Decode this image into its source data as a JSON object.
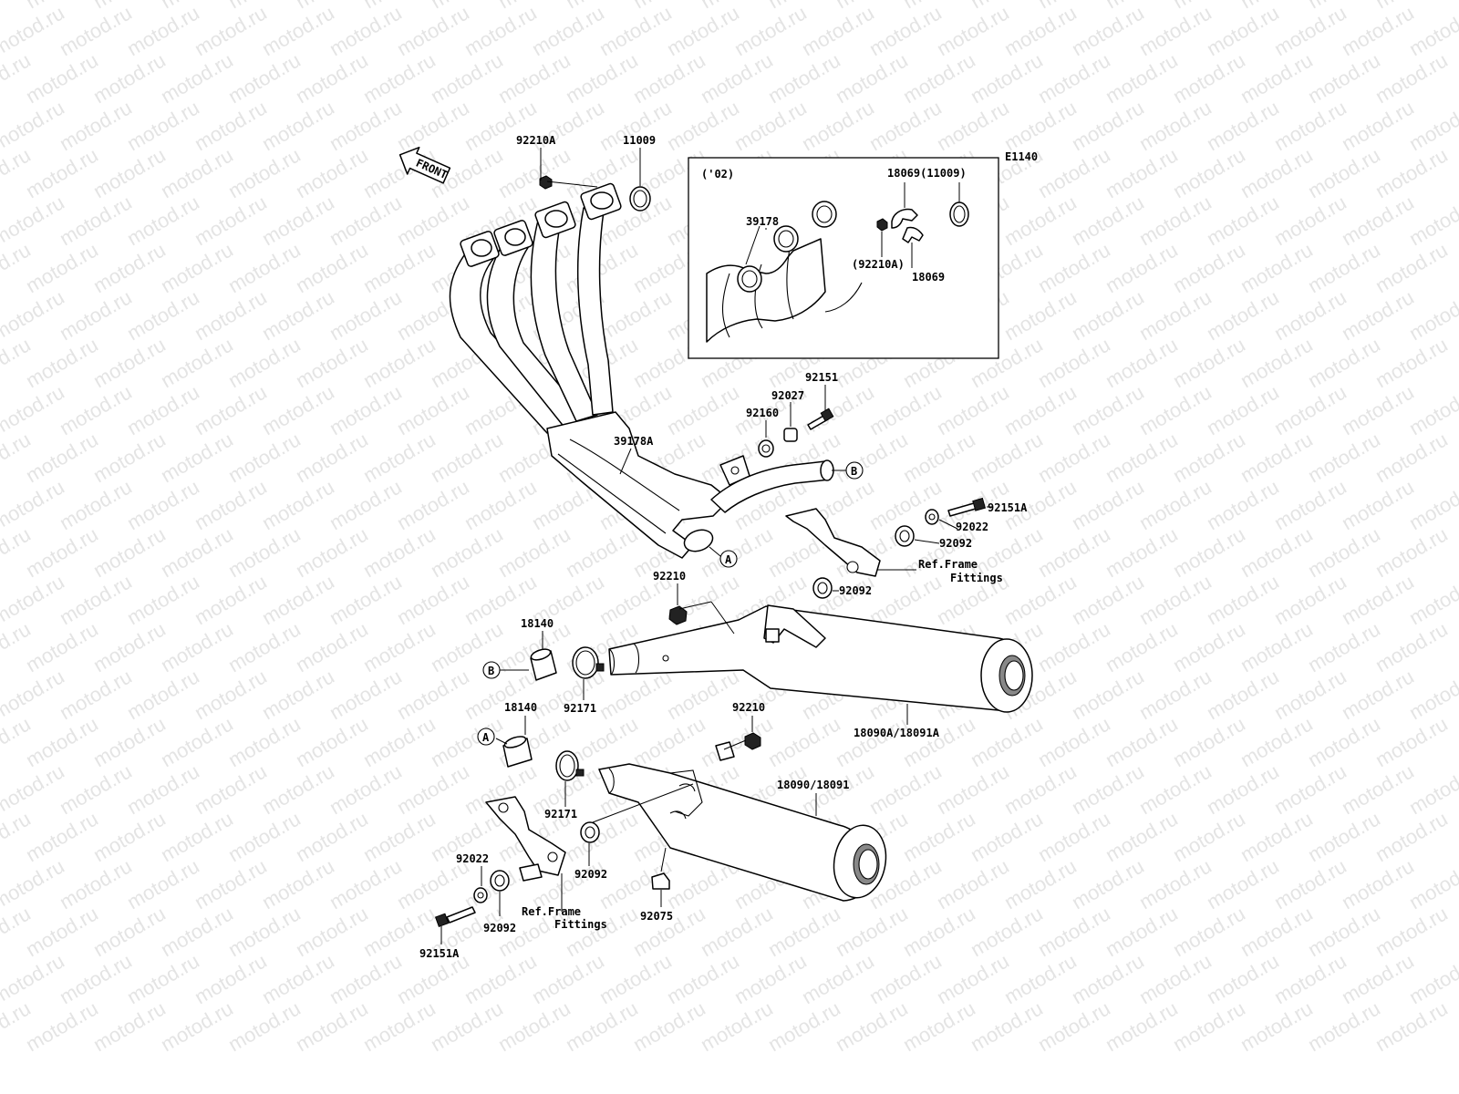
{
  "diagram_code": "E1140",
  "front_arrow": "FRONT",
  "watermark": "motod.ru",
  "inset": {
    "year": "('02)",
    "labels": {
      "pipe": "39178",
      "gasket": "18069(11009)",
      "nut": "(92210A)",
      "clamp": "18069"
    }
  },
  "refs": {
    "a": "A",
    "b": "B"
  },
  "labels": {
    "nut_top": "92210A",
    "gasket_top": "11009",
    "header": "39178A",
    "bolt_92151": "92151",
    "collar_92027": "92027",
    "damper_92160": "92160",
    "bolt_right": "92151A",
    "washer_right": "92022",
    "damper_right_upper": "92092",
    "damper_right_lower": "92092",
    "ref_frame_right_1": "Ref.Frame",
    "ref_frame_right_2": "Fittings",
    "nut_92210_upper": "92210",
    "gasket_18140_upper": "18140",
    "clamp_92171_upper": "92171",
    "muffler_right": "18090A/18091A",
    "gasket_18140_lower": "18140",
    "nut_92210_lower": "92210",
    "muffler_left": "18090/18091",
    "clamp_92171_lower": "92171",
    "damper_left_mid": "92092",
    "washer_left": "92022",
    "damper_left": "92092",
    "ref_frame_left_1": "Ref.Frame",
    "ref_frame_left_2": "Fittings",
    "clip_92075": "92075",
    "bolt_left": "92151A"
  }
}
